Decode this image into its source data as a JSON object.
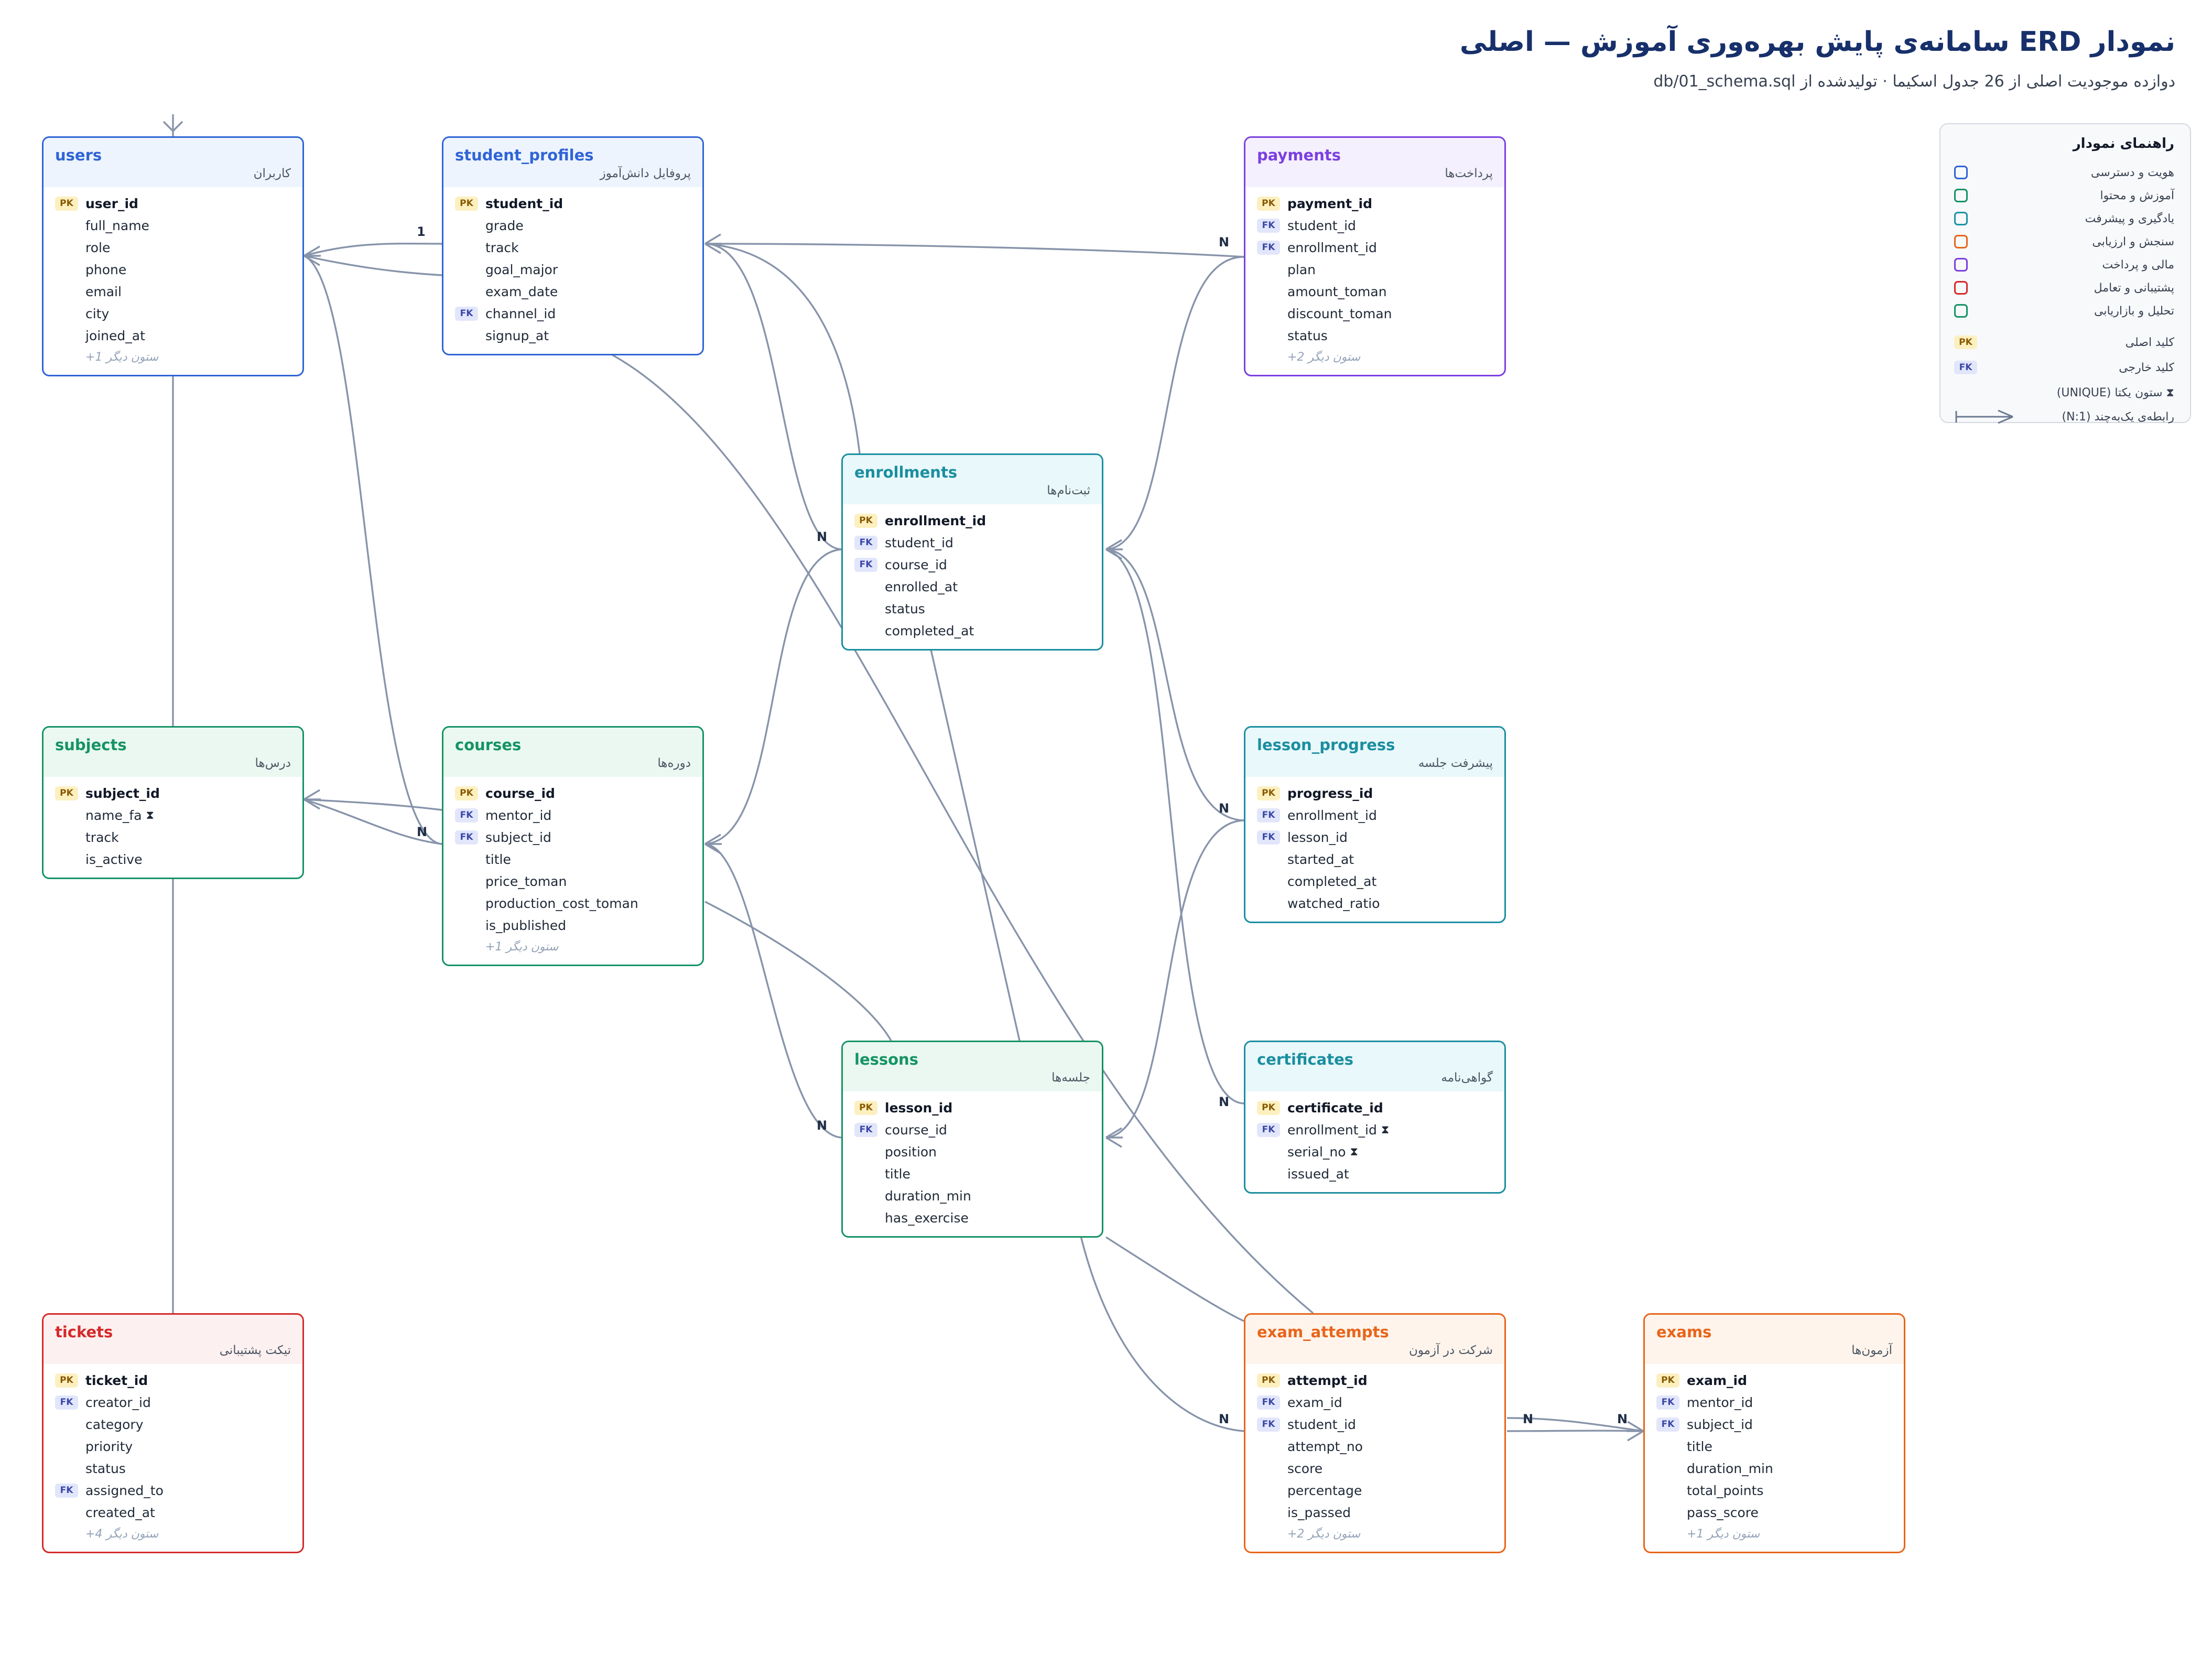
{
  "title": "نمودار ERD سامانه‌ی پایش بهره‌وری آموزش — اصلی",
  "subtitle": "دوازده موجودیت اصلی از 26 جدول اسکیما · تولیدشده از db/01_schema.sql",
  "legend": {
    "title": "راهنمای نمودار",
    "categories": [
      {
        "label": "هویت و دسترسی",
        "color": "#2f64d6"
      },
      {
        "label": "آموزش و محتوا",
        "color": "#159365"
      },
      {
        "label": "یادگیری و پیشرفت",
        "color": "#1a93a5"
      },
      {
        "label": "سنجش و ارزیابی",
        "color": "#e8651a"
      },
      {
        "label": "مالی و پرداخت",
        "color": "#7b3fe0"
      },
      {
        "label": "پشتیبانی و تعامل",
        "color": "#d42a2a"
      },
      {
        "label": "تحلیل و بازاریابی",
        "color": "#159365"
      }
    ],
    "pk_label": "کلید اصلی",
    "fk_label": "کلید خارجی",
    "unique_label": "ستون یکتا (UNIQUE)",
    "relation_label": "رابطه‌ی یک‌به‌چند (1:N)",
    "pk_badge": "PK",
    "fk_badge": "FK",
    "unique_symbol": "⧗"
  },
  "entities": {
    "users": {
      "name": "users",
      "fa": "کاربران",
      "color": "#2f64d6",
      "tint": "#eef4fd",
      "columns": [
        {
          "name": "user_id",
          "key": "PK"
        },
        {
          "name": "full_name",
          "key": ""
        },
        {
          "name": "role",
          "key": ""
        },
        {
          "name": "phone",
          "key": ""
        },
        {
          "name": "email",
          "key": ""
        },
        {
          "name": "city",
          "key": ""
        },
        {
          "name": "joined_at",
          "key": ""
        }
      ],
      "more": "+1 ستون دیگر"
    },
    "student_profiles": {
      "name": "student_profiles",
      "fa": "پروفایل دانش‌آموز",
      "color": "#2f64d6",
      "tint": "#eef4fd",
      "columns": [
        {
          "name": "student_id",
          "key": "PK"
        },
        {
          "name": "grade",
          "key": ""
        },
        {
          "name": "track",
          "key": ""
        },
        {
          "name": "goal_major",
          "key": ""
        },
        {
          "name": "exam_date",
          "key": ""
        },
        {
          "name": "channel_id",
          "key": "FK"
        },
        {
          "name": "signup_at",
          "key": ""
        }
      ],
      "more": ""
    },
    "payments": {
      "name": "payments",
      "fa": "پرداخت‌ها",
      "color": "#7b3fe0",
      "tint": "#f4f0fe",
      "columns": [
        {
          "name": "payment_id",
          "key": "PK"
        },
        {
          "name": "student_id",
          "key": "FK"
        },
        {
          "name": "enrollment_id",
          "key": "FK"
        },
        {
          "name": "plan",
          "key": ""
        },
        {
          "name": "amount_toman",
          "key": ""
        },
        {
          "name": "discount_toman",
          "key": ""
        },
        {
          "name": "status",
          "key": ""
        }
      ],
      "more": "+2 ستون دیگر"
    },
    "enrollments": {
      "name": "enrollments",
      "fa": "ثبت‌نام‌ها",
      "color": "#1a8ea0",
      "tint": "#e9f8fa",
      "columns": [
        {
          "name": "enrollment_id",
          "key": "PK"
        },
        {
          "name": "student_id",
          "key": "FK"
        },
        {
          "name": "course_id",
          "key": "FK"
        },
        {
          "name": "enrolled_at",
          "key": ""
        },
        {
          "name": "status",
          "key": ""
        },
        {
          "name": "completed_at",
          "key": ""
        }
      ],
      "more": ""
    },
    "subjects": {
      "name": "subjects",
      "fa": "درس‌ها",
      "color": "#159365",
      "tint": "#eaf8f1",
      "columns": [
        {
          "name": "subject_id",
          "key": "PK"
        },
        {
          "name": "name_fa",
          "key": "",
          "unique": true
        },
        {
          "name": "track",
          "key": ""
        },
        {
          "name": "is_active",
          "key": ""
        }
      ],
      "more": ""
    },
    "courses": {
      "name": "courses",
      "fa": "دوره‌ها",
      "color": "#159365",
      "tint": "#eaf8f1",
      "columns": [
        {
          "name": "course_id",
          "key": "PK"
        },
        {
          "name": "mentor_id",
          "key": "FK"
        },
        {
          "name": "subject_id",
          "key": "FK"
        },
        {
          "name": "title",
          "key": ""
        },
        {
          "name": "price_toman",
          "key": ""
        },
        {
          "name": "production_cost_toman",
          "key": ""
        },
        {
          "name": "is_published",
          "key": ""
        }
      ],
      "more": "+1 ستون دیگر"
    },
    "lesson_progress": {
      "name": "lesson_progress",
      "fa": "پیشرفت جلسه",
      "color": "#1a8ea0",
      "tint": "#e9f8fa",
      "columns": [
        {
          "name": "progress_id",
          "key": "PK"
        },
        {
          "name": "enrollment_id",
          "key": "FK"
        },
        {
          "name": "lesson_id",
          "key": "FK"
        },
        {
          "name": "started_at",
          "key": ""
        },
        {
          "name": "completed_at",
          "key": ""
        },
        {
          "name": "watched_ratio",
          "key": ""
        }
      ],
      "more": ""
    },
    "lessons": {
      "name": "lessons",
      "fa": "جلسه‌ها",
      "color": "#159365",
      "tint": "#eaf8f1",
      "columns": [
        {
          "name": "lesson_id",
          "key": "PK"
        },
        {
          "name": "course_id",
          "key": "FK"
        },
        {
          "name": "position",
          "key": ""
        },
        {
          "name": "title",
          "key": ""
        },
        {
          "name": "duration_min",
          "key": ""
        },
        {
          "name": "has_exercise",
          "key": ""
        }
      ],
      "more": ""
    },
    "certificates": {
      "name": "certificates",
      "fa": "گواهی‌نامه",
      "color": "#1a8ea0",
      "tint": "#e9f8fa",
      "columns": [
        {
          "name": "certificate_id",
          "key": "PK"
        },
        {
          "name": "enrollment_id",
          "key": "FK",
          "unique": true
        },
        {
          "name": "serial_no",
          "key": "",
          "unique": true
        },
        {
          "name": "issued_at",
          "key": ""
        }
      ],
      "more": ""
    },
    "tickets": {
      "name": "tickets",
      "fa": "تیکت پشتیبانی",
      "color": "#d42a2a",
      "tint": "#fdf0f0",
      "columns": [
        {
          "name": "ticket_id",
          "key": "PK"
        },
        {
          "name": "creator_id",
          "key": "FK"
        },
        {
          "name": "category",
          "key": ""
        },
        {
          "name": "priority",
          "key": ""
        },
        {
          "name": "status",
          "key": ""
        },
        {
          "name": "assigned_to",
          "key": "FK"
        },
        {
          "name": "created_at",
          "key": ""
        }
      ],
      "more": "+4 ستون دیگر"
    },
    "exam_attempts": {
      "name": "exam_attempts",
      "fa": "شرکت در آزمون",
      "color": "#e8651a",
      "tint": "#fef4ec",
      "columns": [
        {
          "name": "attempt_id",
          "key": "PK"
        },
        {
          "name": "exam_id",
          "key": "FK"
        },
        {
          "name": "student_id",
          "key": "FK"
        },
        {
          "name": "attempt_no",
          "key": ""
        },
        {
          "name": "score",
          "key": ""
        },
        {
          "name": "percentage",
          "key": ""
        },
        {
          "name": "is_passed",
          "key": ""
        }
      ],
      "more": "+2 ستون دیگر"
    },
    "exams": {
      "name": "exams",
      "fa": "آزمون‌ها",
      "color": "#e8651a",
      "tint": "#fef4ec",
      "columns": [
        {
          "name": "exam_id",
          "key": "PK"
        },
        {
          "name": "mentor_id",
          "key": "FK"
        },
        {
          "name": "subject_id",
          "key": "FK"
        },
        {
          "name": "title",
          "key": ""
        },
        {
          "name": "duration_min",
          "key": ""
        },
        {
          "name": "total_points",
          "key": ""
        },
        {
          "name": "pass_score",
          "key": ""
        }
      ],
      "more": "+1 ستون دیگر"
    }
  },
  "relationships": [
    {
      "from": "users",
      "to": "student_profiles",
      "cardinality": "1"
    },
    {
      "from": "student_profiles",
      "to": "payments",
      "cardinality": "N"
    },
    {
      "from": "student_profiles",
      "to": "enrollments",
      "cardinality": "N"
    },
    {
      "from": "courses",
      "to": "enrollments",
      "cardinality": "N"
    },
    {
      "from": "users",
      "to": "courses",
      "cardinality": "N"
    },
    {
      "from": "subjects",
      "to": "courses",
      "cardinality": "N"
    },
    {
      "from": "enrollments",
      "to": "payments",
      "cardinality": "N"
    },
    {
      "from": "enrollments",
      "to": "lesson_progress",
      "cardinality": "N"
    },
    {
      "from": "enrollments",
      "to": "certificates",
      "cardinality": "N"
    },
    {
      "from": "courses",
      "to": "lessons",
      "cardinality": "N"
    },
    {
      "from": "lessons",
      "to": "lesson_progress",
      "cardinality": "N"
    },
    {
      "from": "student_profiles",
      "to": "exam_attempts",
      "cardinality": "N"
    },
    {
      "from": "exams",
      "to": "exam_attempts",
      "cardinality": "N"
    },
    {
      "from": "users",
      "to": "tickets",
      "cardinality": ""
    },
    {
      "from": "subjects",
      "to": "exams",
      "cardinality": "N"
    },
    {
      "from": "users",
      "to": "exams",
      "cardinality": ""
    }
  ]
}
